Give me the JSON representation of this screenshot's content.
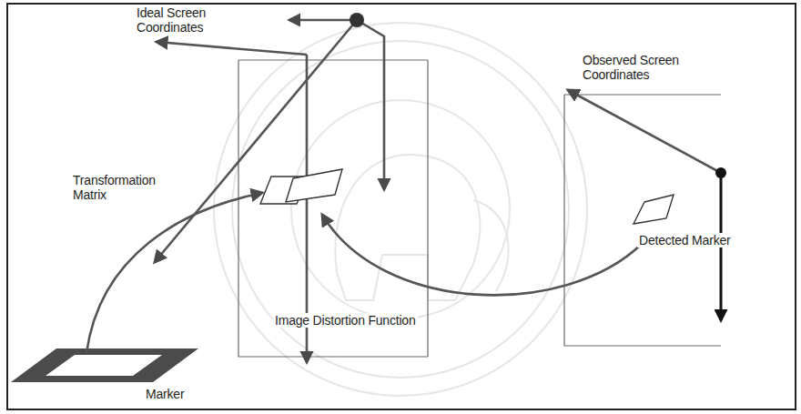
{
  "diagram": {
    "labels": [
      "Ideal Screen Coordinates",
      "Observed Screen Coordinates",
      "Transformation Matrix",
      "Image Distortion Function",
      "Detected Marker",
      "Marker"
    ]
  }
}
